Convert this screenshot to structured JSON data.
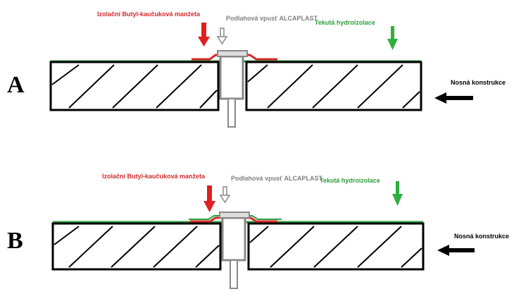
{
  "panels": [
    {
      "letter": "A",
      "labels": {
        "membrane": "Izolační Butyl-kaučuková manžeta",
        "drain": "Podlahová vpusť ALCAPLAST",
        "waterproofing": "Tekutá hydroizolace",
        "structure": "Nosná konstrukce"
      }
    },
    {
      "letter": "B",
      "labels": {
        "membrane": "Izolační Butyl-kaučuková manžeta",
        "drain": "Podlahová vpusť ALCAPLAST",
        "waterproofing": "Tekutá hydroizolace",
        "structure": "Nosná konstrukce"
      }
    }
  ],
  "colors": {
    "membrane": "#d42a2a",
    "drain": "#808080",
    "waterproofing": "#2e9e3e",
    "structure": "#000000"
  }
}
